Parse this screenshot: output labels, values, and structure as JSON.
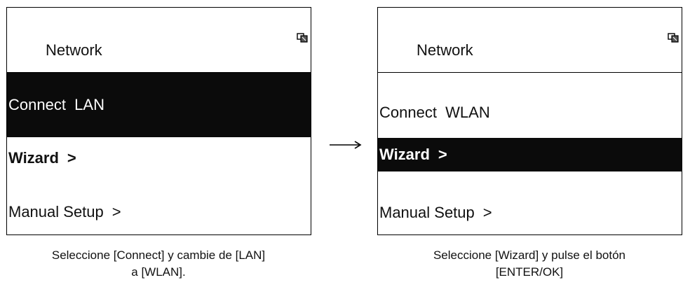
{
  "left_screen": {
    "title": "Network",
    "items": [
      {
        "label": "Connect  LAN",
        "chevron": ""
      },
      {
        "label": "Wizard",
        "chevron": ">"
      },
      {
        "label": "Manual Setup",
        "chevron": ">"
      }
    ],
    "selected_index": 0,
    "caption_line1": "Seleccione [Connect] y cambie de [LAN]",
    "caption_line2": "a [WLAN]."
  },
  "right_screen": {
    "title": "Network",
    "items": [
      {
        "label": "Connect  WLAN",
        "chevron": ""
      },
      {
        "label": "Wizard",
        "chevron": ">"
      },
      {
        "label": "Manual Setup",
        "chevron": ">"
      }
    ],
    "selected_index": 1,
    "caption_line1": "Seleccione [Wizard] y pulse el botón",
    "caption_line2": "[ENTER/OK]"
  },
  "icons": {
    "status": "network-status-icon",
    "transition": "right-arrow-icon"
  },
  "colors": {
    "selection_bg": "#0b0b0b",
    "selection_text": "#ffffff",
    "text": "#111111",
    "border": "#000000"
  }
}
